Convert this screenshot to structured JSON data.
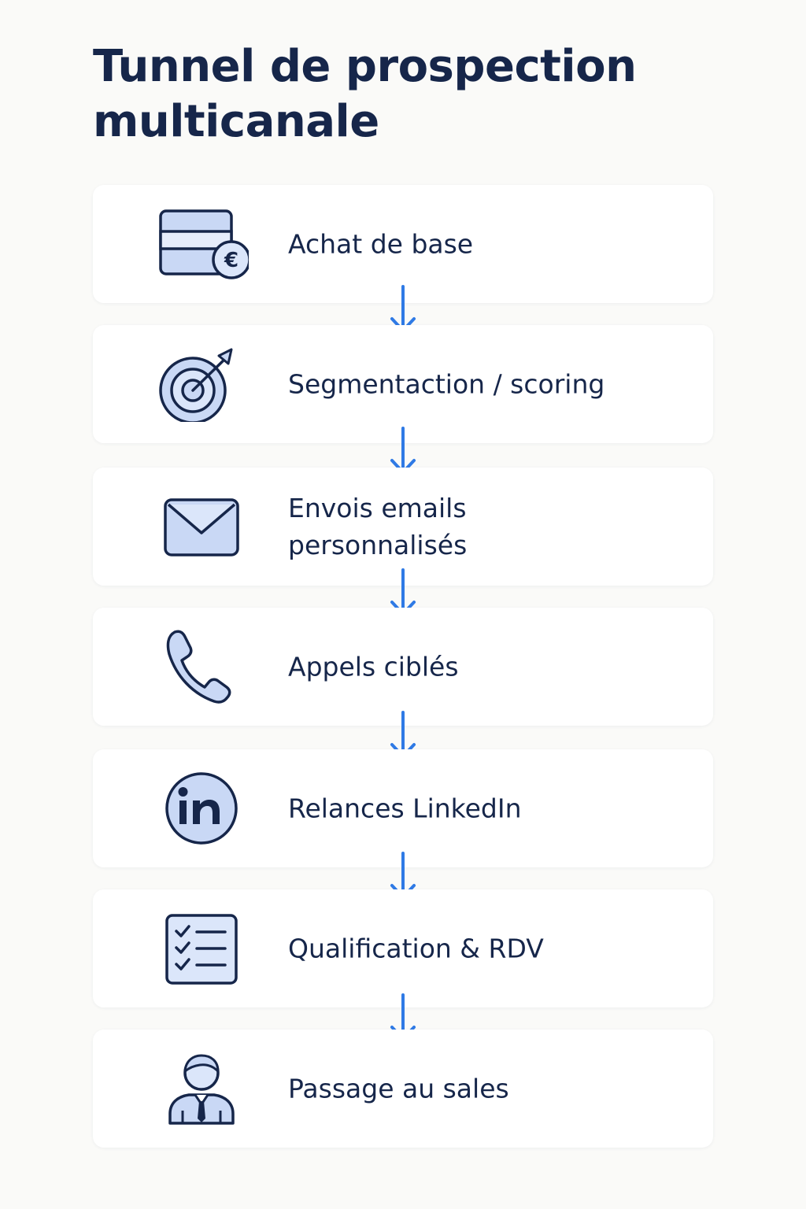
{
  "title": "Tunnel de prospection multicanale",
  "colors": {
    "background": "#fafaf8",
    "text": "#16264a",
    "icon_fill": "#c9d8f5",
    "icon_stroke": "#16264a",
    "arrow": "#2f7ae5"
  },
  "steps": [
    {
      "label": "Achat de base",
      "icon": "credit-card-euro-icon"
    },
    {
      "label": "Segmentaction / scoring",
      "icon": "target-icon"
    },
    {
      "label": "Envois emails\npersonnalisés",
      "icon": "envelope-icon"
    },
    {
      "label": "Appels ciblés",
      "icon": "phone-icon"
    },
    {
      "label": "Relances LinkedIn",
      "icon": "linkedin-icon"
    },
    {
      "label": "Qualification & RDV",
      "icon": "checklist-icon"
    },
    {
      "label": "Passage au sales",
      "icon": "businessman-icon"
    }
  ],
  "connector_icon": "arrow-down-icon"
}
